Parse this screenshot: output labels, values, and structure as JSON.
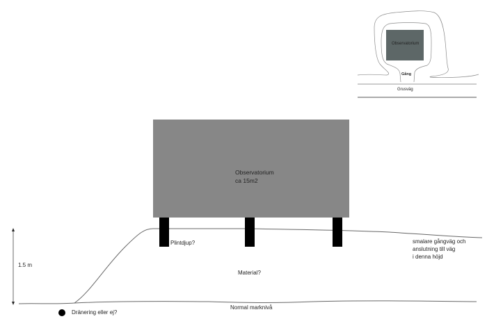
{
  "diagram": {
    "type": "cross-section sketch",
    "colors": {
      "building": "#878787",
      "building_mini": "#5d6767",
      "pillar": "#000000",
      "line": "#666666"
    }
  },
  "site_plan": {
    "building_label": "Observatorium",
    "path_label": "Gång",
    "road_label": "Grusväg"
  },
  "section": {
    "building_label_line1": "Observatorium",
    "building_label_line2": "ca 15m2",
    "pillar_label": "Plintdjup?",
    "fill_label": "Material?",
    "ground_label": "Normal marknivå",
    "height_label": "1.5 m",
    "drainage_label": "Dränering eller ej?",
    "note_line1": "smalare gångväg och",
    "note_line2": "anslutning till väg",
    "note_line3": "i denna höjd",
    "pillar_count": 3
  }
}
